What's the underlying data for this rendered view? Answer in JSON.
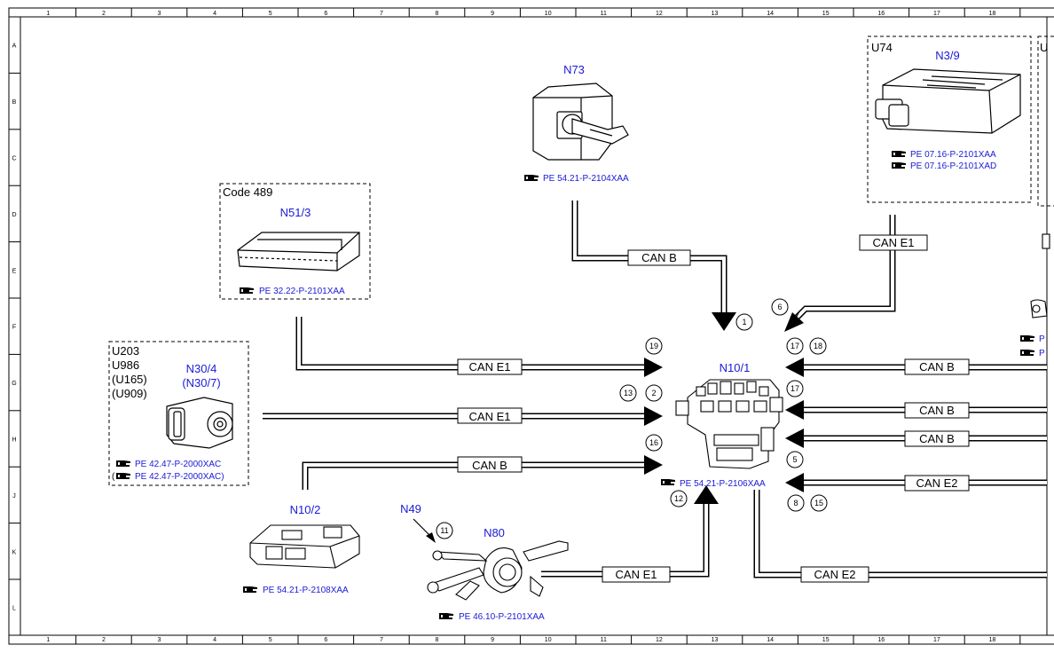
{
  "grid": {
    "columns": [
      "1",
      "2",
      "3",
      "4",
      "5",
      "6",
      "7",
      "8",
      "9",
      "10",
      "11",
      "12",
      "13",
      "14",
      "15",
      "16",
      "17",
      "18"
    ],
    "rows": [
      "A",
      "B",
      "C",
      "D",
      "E",
      "F",
      "G",
      "H",
      "J",
      "K",
      "L"
    ]
  },
  "colors": {
    "component": "#1a1ad6",
    "reference": "#1a1ad6",
    "line": "#000000"
  },
  "components": {
    "n73": {
      "id": "N73",
      "ref": "PE 54.21-P-2104XAA"
    },
    "n3_9": {
      "group": "U74",
      "id": "N3/9",
      "refs": [
        "PE 07.16-P-2101XAA",
        "PE 07.16-P-2101XAD"
      ]
    },
    "n51_3": {
      "code": "Code 489",
      "id": "N51/3",
      "ref": "PE 32.22-P-2101XAA"
    },
    "n30_4": {
      "variants": [
        "U203",
        "U986",
        "(U165)",
        "(U909)"
      ],
      "id": "N30/4",
      "id_alt": "(N30/7)",
      "refs": [
        "PE 42.47-P-2000XAC",
        "PE 42.47-P-2000XAC)"
      ],
      "ref_prefix": "("
    },
    "n10_1": {
      "id": "N10/1",
      "ref": "PE 54.21-P-2106XAA"
    },
    "n10_2": {
      "id": "N10/2",
      "ref": "PE 54.21-P-2108XAA"
    },
    "n49": {
      "id": "N49"
    },
    "n80": {
      "id": "N80",
      "ref": "PE 46.10-P-2101XAA"
    },
    "right_partial": {
      "group": "U",
      "refs": [
        "P",
        "P"
      ]
    }
  },
  "buses": {
    "can_b_top": "CAN B",
    "can_e1_top": "CAN E1",
    "can_e1_n51": "CAN E1",
    "can_e1_n30": "CAN E1",
    "can_b_n10_2": "CAN B",
    "can_e1_n80": "CAN E1",
    "can_e2_bottom": "CAN E2",
    "can_b_right1": "CAN B",
    "can_b_right2": "CAN B",
    "can_b_right3": "CAN B",
    "can_e2_right": "CAN E2"
  },
  "markers": [
    "1",
    "6",
    "19",
    "17",
    "18",
    "13",
    "2",
    "17",
    "16",
    "5",
    "12",
    "8",
    "15",
    "11"
  ]
}
